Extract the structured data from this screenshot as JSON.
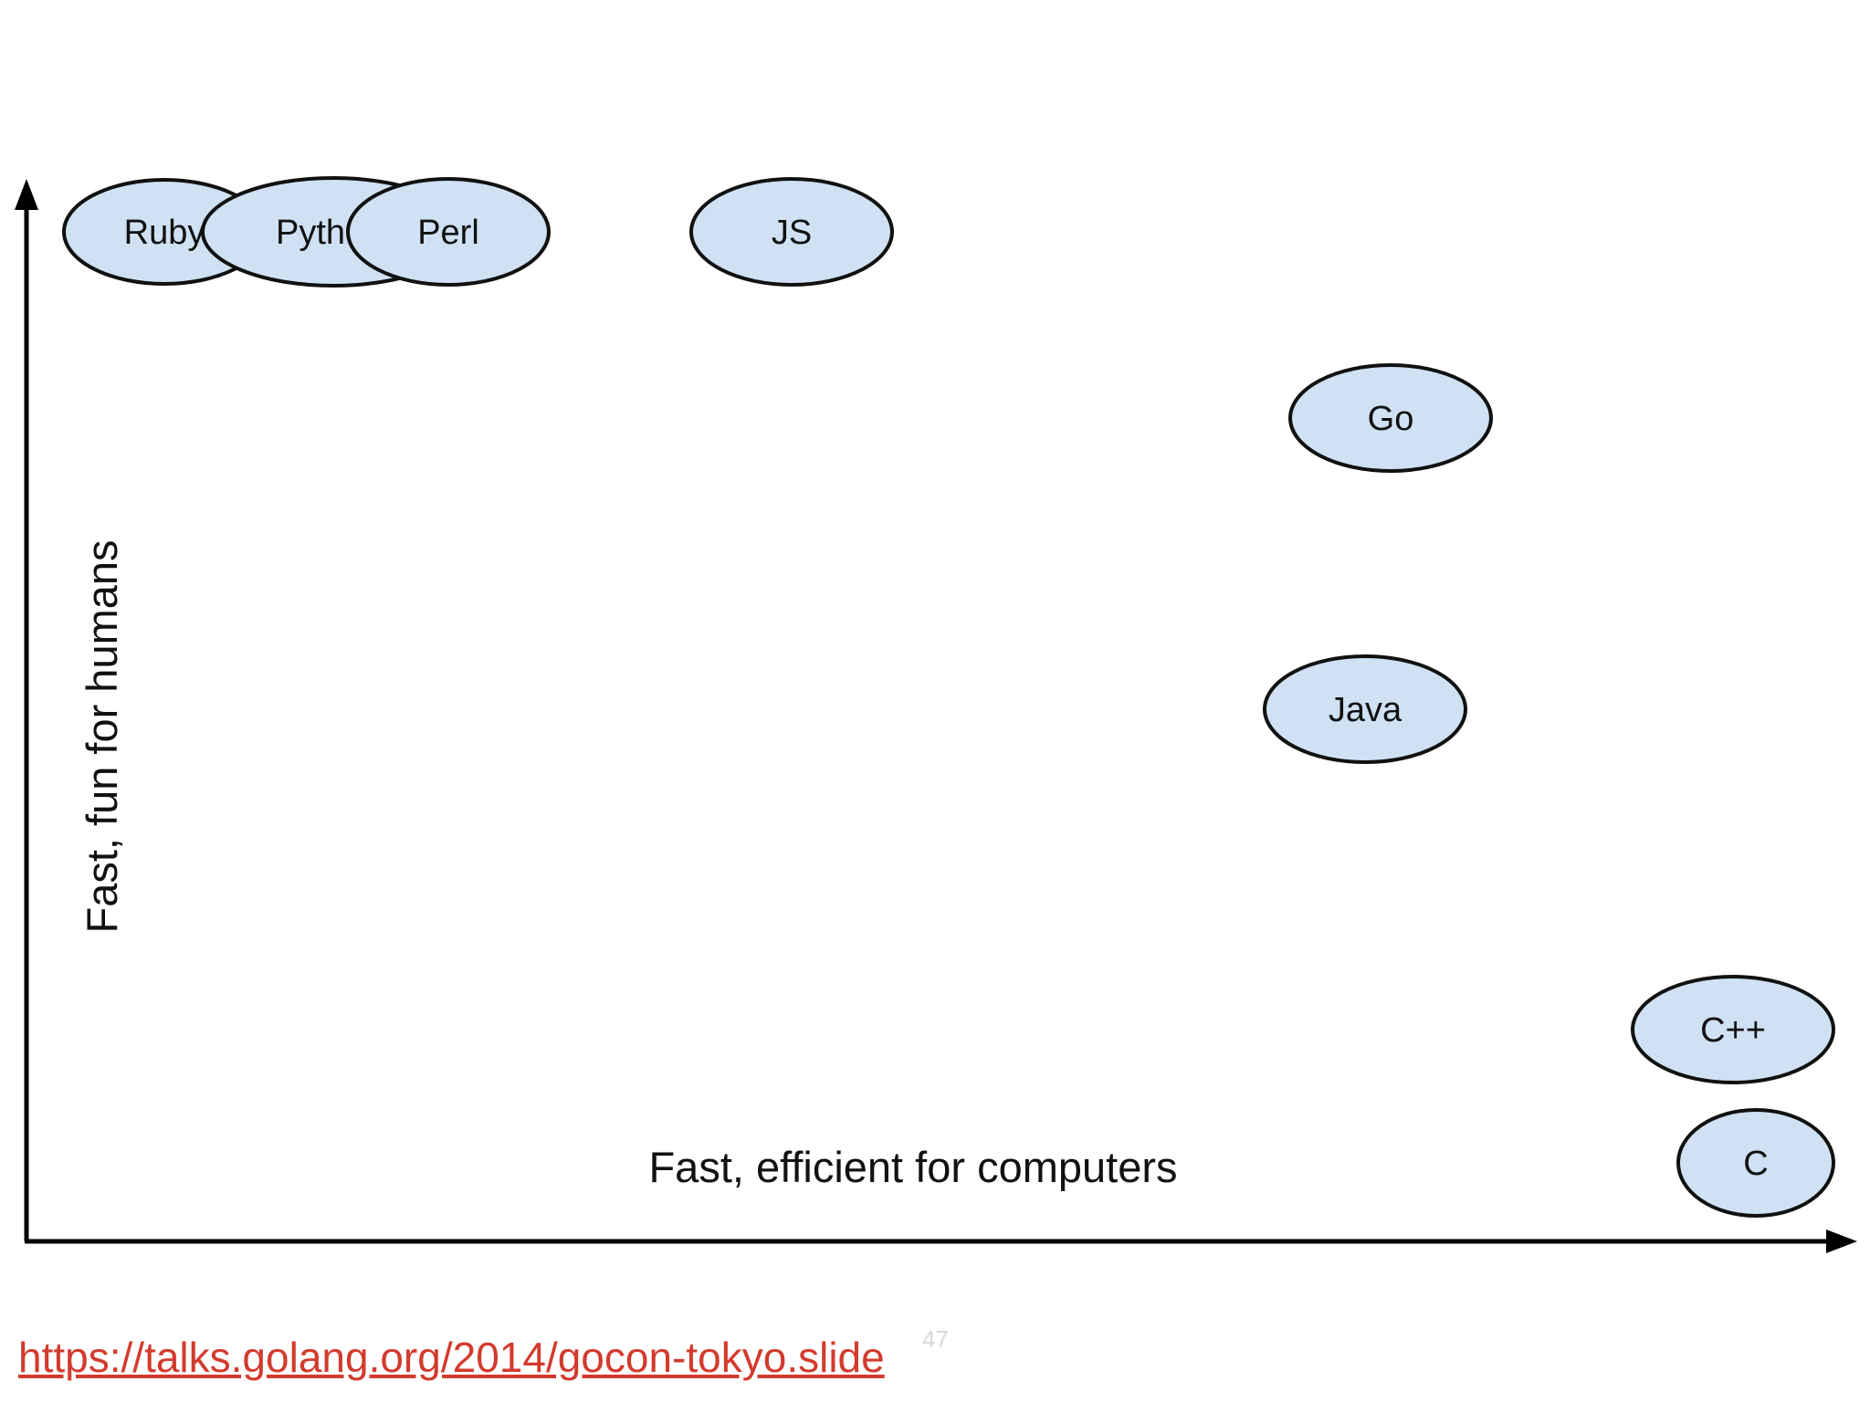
{
  "axes": {
    "x_label": "Fast, efficient for computers",
    "y_label": "Fast, fun for humans"
  },
  "languages": [
    {
      "id": "ruby",
      "label": "Ruby"
    },
    {
      "id": "python",
      "label": "Pyth"
    },
    {
      "id": "perl",
      "label": "Perl"
    },
    {
      "id": "js",
      "label": "JS"
    },
    {
      "id": "go",
      "label": "Go"
    },
    {
      "id": "java",
      "label": "Java"
    },
    {
      "id": "cpp",
      "label": "C++"
    },
    {
      "id": "c",
      "label": "C"
    }
  ],
  "colors": {
    "bubble_fill": "#cfe1f3",
    "bubble_stroke": "#111111",
    "link": "#d23b2e"
  },
  "footer": {
    "link_text": "https://talks.golang.org/2014/gocon-tokyo.slide",
    "slide_number": "47"
  }
}
